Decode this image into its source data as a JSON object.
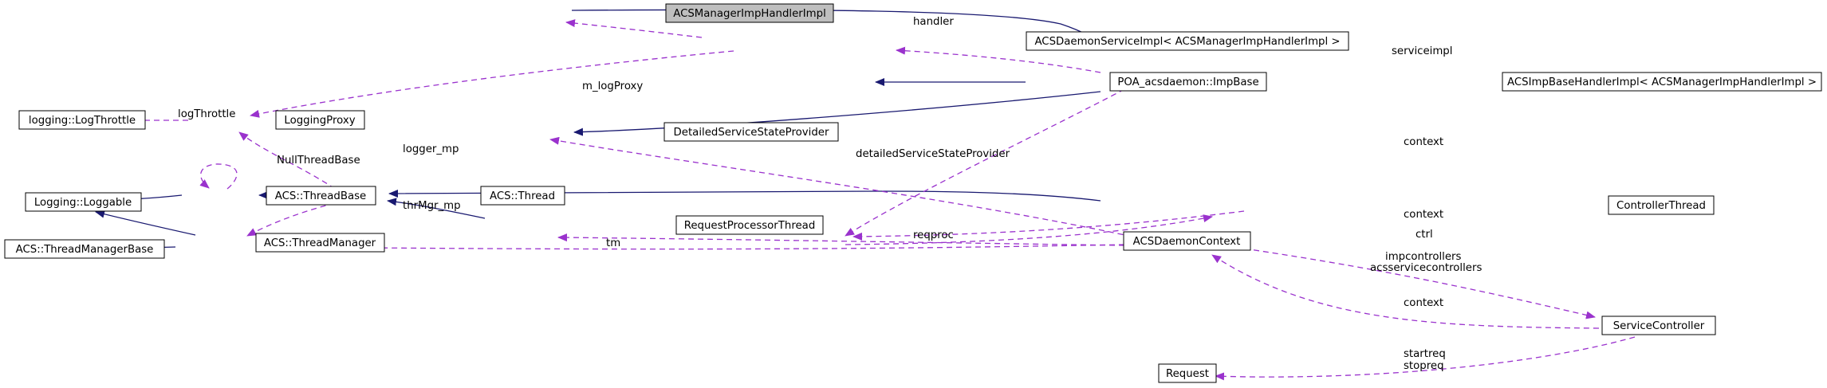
{
  "colors": {
    "inheritance": "#191970",
    "usage": "#9a32cd",
    "highlight_fill": "#bfbfbf",
    "node_fill": "#ffffff"
  },
  "nodes": [
    {
      "id": "handler_impl",
      "label": "ACSManagerImpHandlerImpl",
      "highlight": true
    },
    {
      "id": "service_impl",
      "label": "ACSDaemonServiceImpl< ACSManagerImpHandlerImpl >"
    },
    {
      "id": "poa_base",
      "label": "POA_acsdaemon::ImpBase"
    },
    {
      "id": "imp_base_handler",
      "label": "ACSImpBaseHandlerImpl< ACSManagerImpHandlerImpl >"
    },
    {
      "id": "log_throttle",
      "label": "logging::LogThrottle"
    },
    {
      "id": "logging_proxy",
      "label": "LoggingProxy"
    },
    {
      "id": "detailed_provider",
      "label": "DetailedServiceStateProvider"
    },
    {
      "id": "loggable",
      "label": "Logging::Loggable"
    },
    {
      "id": "thread_base",
      "label": "ACS::ThreadBase"
    },
    {
      "id": "thread",
      "label": "ACS::Thread"
    },
    {
      "id": "thread_manager_base",
      "label": "ACS::ThreadManagerBase"
    },
    {
      "id": "thread_manager",
      "label": "ACS::ThreadManager"
    },
    {
      "id": "request_processor",
      "label": "RequestProcessorThread"
    },
    {
      "id": "daemon_context",
      "label": "ACSDaemonContext"
    },
    {
      "id": "controller_thread",
      "label": "ControllerThread"
    },
    {
      "id": "service_controller",
      "label": "ServiceController"
    },
    {
      "id": "request",
      "label": "Request"
    }
  ],
  "edge_labels": {
    "handler": "handler",
    "serviceimpl": "serviceimpl",
    "m_logProxy": "m_logProxy",
    "logThrottle": "logThrottle",
    "logger_mp": "logger_mp",
    "NullThreadBase": "NullThreadBase",
    "thrMgr_mp": "thrMgr_mp",
    "detailedServiceStateProvider": "detailedServiceStateProvider",
    "context_top": "context",
    "context_ctrl": "context",
    "ctrl": "ctrl",
    "reqproc": "reqproc",
    "tm": "tm",
    "impcontrollers": "impcontrollers",
    "acsservicecontrollers": "acsservicecontrollers",
    "context_svc": "context",
    "startreq": "startreq",
    "stopreq": "stopreq"
  }
}
